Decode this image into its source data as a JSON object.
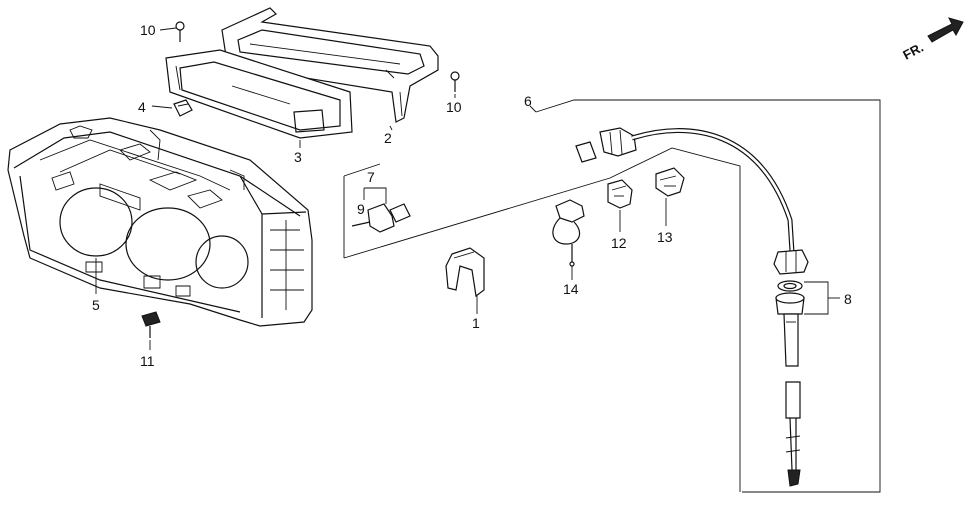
{
  "diagram": {
    "direction_label": "FR.",
    "callouts": {
      "c1": "1",
      "c2": "2",
      "c3": "3",
      "c4": "4",
      "c5": "5",
      "c6": "6",
      "c7": "7",
      "c8": "8",
      "c9": "9",
      "c10a": "10",
      "c10b": "10",
      "c11": "11",
      "c12": "12",
      "c13": "13",
      "c14": "14"
    },
    "colors": {
      "ink": "#111111",
      "paper": "#ffffff"
    }
  }
}
